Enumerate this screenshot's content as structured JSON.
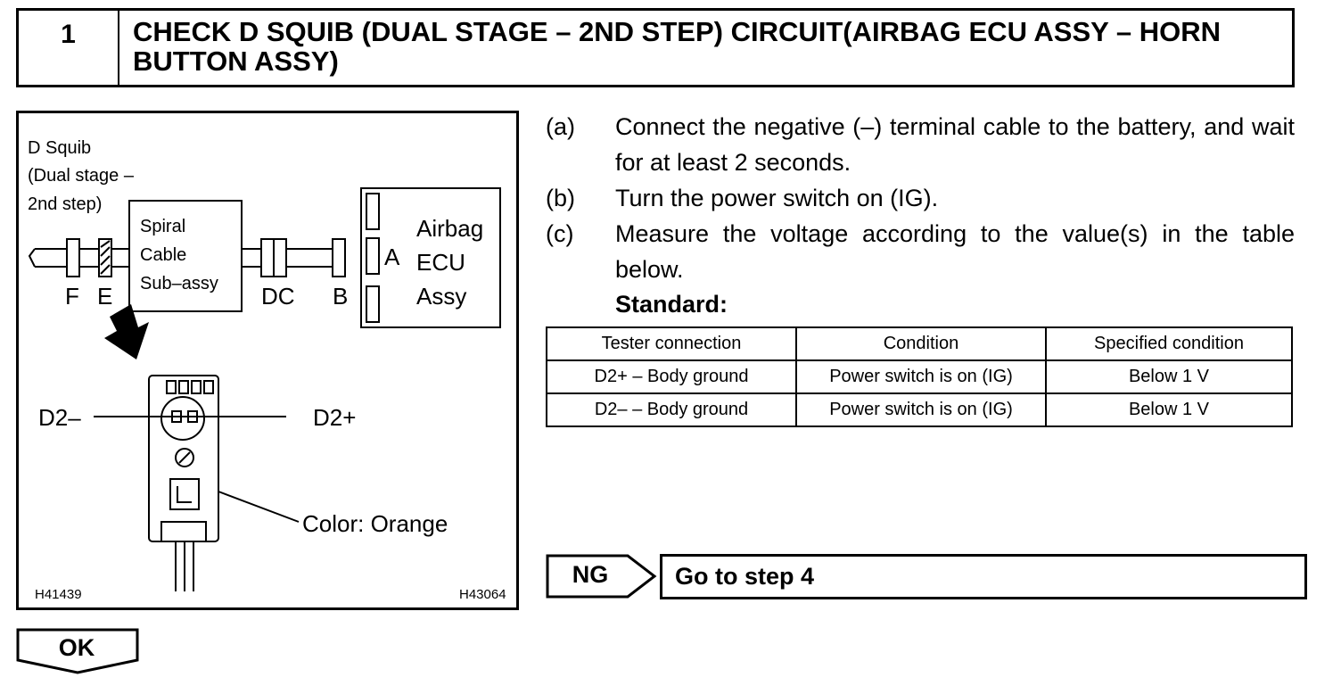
{
  "header": {
    "step_number": "1",
    "title": "CHECK D SQUIB (DUAL STAGE – 2ND STEP) CIRCUIT(AIRBAG ECU ASSY – HORN BUTTON ASSY)"
  },
  "figure": {
    "squib_label_1": "D Squib",
    "squib_label_2": "(Dual stage –",
    "squib_label_3": "2nd step)",
    "spiral_1": "Spiral",
    "spiral_2": "Cable",
    "spiral_3": "Sub–assy",
    "airbag_1": "Airbag",
    "airbag_2": "ECU",
    "airbag_3": "Assy",
    "conn_a": "A",
    "conn_b": "B",
    "conn_dc": "DC",
    "conn_e": "E",
    "conn_f": "F",
    "d2_minus": "D2–",
    "d2_plus": "D2+",
    "color_note": "Color: Orange",
    "code_left": "H41439",
    "code_right": "H43064"
  },
  "steps": [
    {
      "letter": "(a)",
      "text": "Connect the negative (–) terminal cable to the battery, and wait for at least 2 seconds."
    },
    {
      "letter": "(b)",
      "text": "Turn the power switch on (IG)."
    },
    {
      "letter": "(c)",
      "text": "Measure the voltage according to the value(s) in the table below."
    }
  ],
  "standard_label": "Standard:",
  "table": {
    "headers": [
      "Tester connection",
      "Condition",
      "Specified condition"
    ],
    "rows": [
      [
        "D2+ – Body ground",
        "Power switch is on (IG)",
        "Below 1 V"
      ],
      [
        "D2– – Body ground",
        "Power switch is on (IG)",
        "Below 1 V"
      ]
    ]
  },
  "ng_label": "NG",
  "ng_action": "Go to step 4",
  "ok_label": "OK"
}
